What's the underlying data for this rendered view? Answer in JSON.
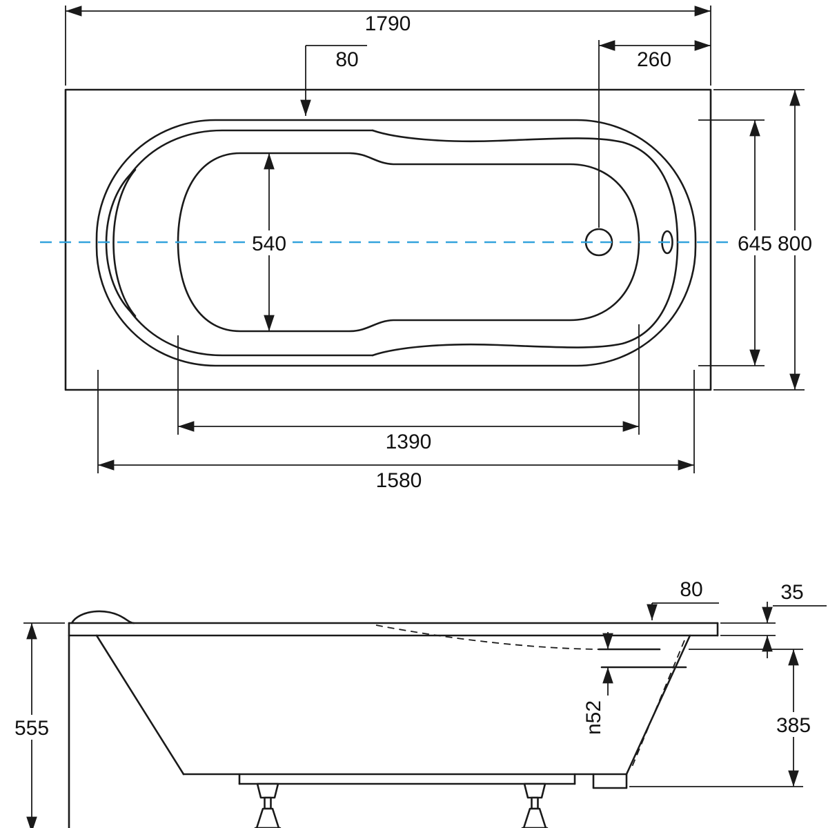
{
  "drawing": {
    "kind": "bathtub technical drawing, top view and side view"
  },
  "colors": {
    "line": "#1a1a1a",
    "centerline": "#33a3dc",
    "background": "#ffffff"
  },
  "top_view": {
    "dims": {
      "overall_length": "1790",
      "edge_offset": "80",
      "drain_to_edge": "260",
      "basin_inner_width": "540",
      "rim_inner_width": "645",
      "overall_width": "800",
      "basin_length": "1390",
      "rim_length": "1580"
    }
  },
  "side_view": {
    "dims": {
      "rim_overhang": "80",
      "rim_thickness": "35",
      "total_height": "555",
      "drain_diameter": "n52",
      "inner_depth": "385"
    }
  }
}
